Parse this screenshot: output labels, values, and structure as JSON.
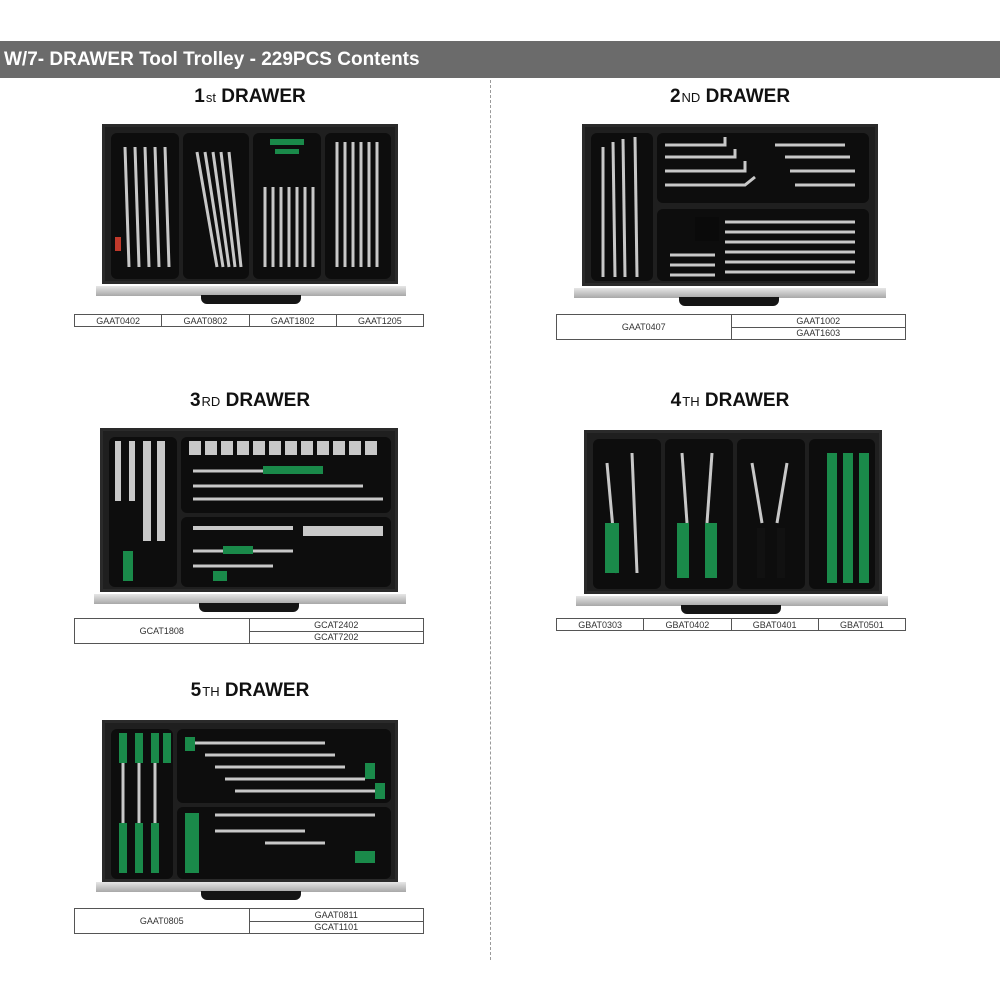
{
  "header": {
    "title": "W/7- DRAWER Tool Trolley - 229PCS Contents"
  },
  "drawers": [
    {
      "num": "1",
      "suffix": "st",
      "label": "DRAWER",
      "codes": [
        "GAAT0402",
        "GAAT0802",
        "GAAT1802",
        "GAAT1205"
      ]
    },
    {
      "num": "2",
      "suffix": "ND",
      "label": "DRAWER",
      "codes": [
        "GAAT0407",
        "GAAT1002",
        "GAAT1603"
      ]
    },
    {
      "num": "3",
      "suffix": "RD",
      "label": "DRAWER",
      "codes": [
        "GCAT1808",
        "GCAT2402",
        "GCAT7202"
      ]
    },
    {
      "num": "4",
      "suffix": "TH",
      "label": "DRAWER",
      "codes": [
        "GBAT0303",
        "GBAT0402",
        "GBAT0401",
        "GBAT0501"
      ]
    },
    {
      "num": "5",
      "suffix": "TH",
      "label": "DRAWER",
      "codes": [
        "GAAT0805",
        "GAAT0811",
        "GCAT1101"
      ]
    }
  ],
  "colors": {
    "banner": "#6b6b6b",
    "tray": "#1f1f1f",
    "accent_green": "#1a8a4a",
    "chrome": "#c8c8c8"
  }
}
